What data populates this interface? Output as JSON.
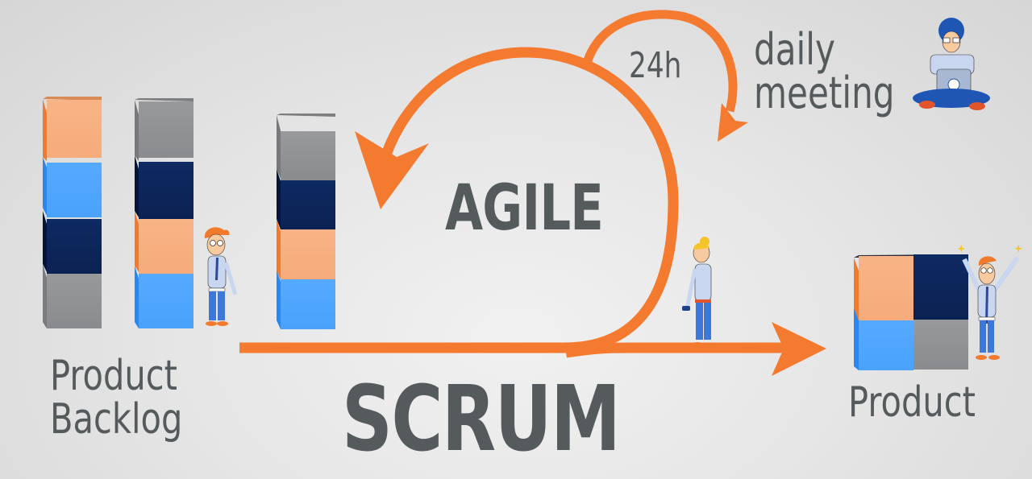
{
  "diagram": {
    "title_main": "SCRUM",
    "title_loop": "AGILE",
    "cycle_label": "24h",
    "daily": {
      "line1": "daily",
      "line2": "meeting"
    },
    "backlog": {
      "line1": "Product",
      "line2": "Backlog"
    },
    "product_label": "Product"
  },
  "colors": {
    "accent_orange": "#f47a30",
    "text_gray": "#555a5d",
    "block_peach": "#f7b081",
    "block_blue": "#4da6ff",
    "block_navy": "#0d2559",
    "block_gray": "#8f9194"
  },
  "stacks": {
    "backlog_stack_1": [
      "peach",
      "blue",
      "navy",
      "gray"
    ],
    "backlog_stack_2": [
      "gray",
      "navy",
      "peach",
      "blue"
    ],
    "sprint_stack": [
      "gray",
      "navy",
      "peach",
      "blue"
    ],
    "product_grid": [
      "peach",
      "navy",
      "blue",
      "gray"
    ]
  },
  "characters": [
    {
      "name": "thinking-man",
      "position": "beside backlog"
    },
    {
      "name": "woman-with-phone",
      "position": "on scrum arrow"
    },
    {
      "name": "developer-with-laptop",
      "position": "beside daily meeting"
    },
    {
      "name": "celebrating-man",
      "position": "beside product"
    }
  ]
}
